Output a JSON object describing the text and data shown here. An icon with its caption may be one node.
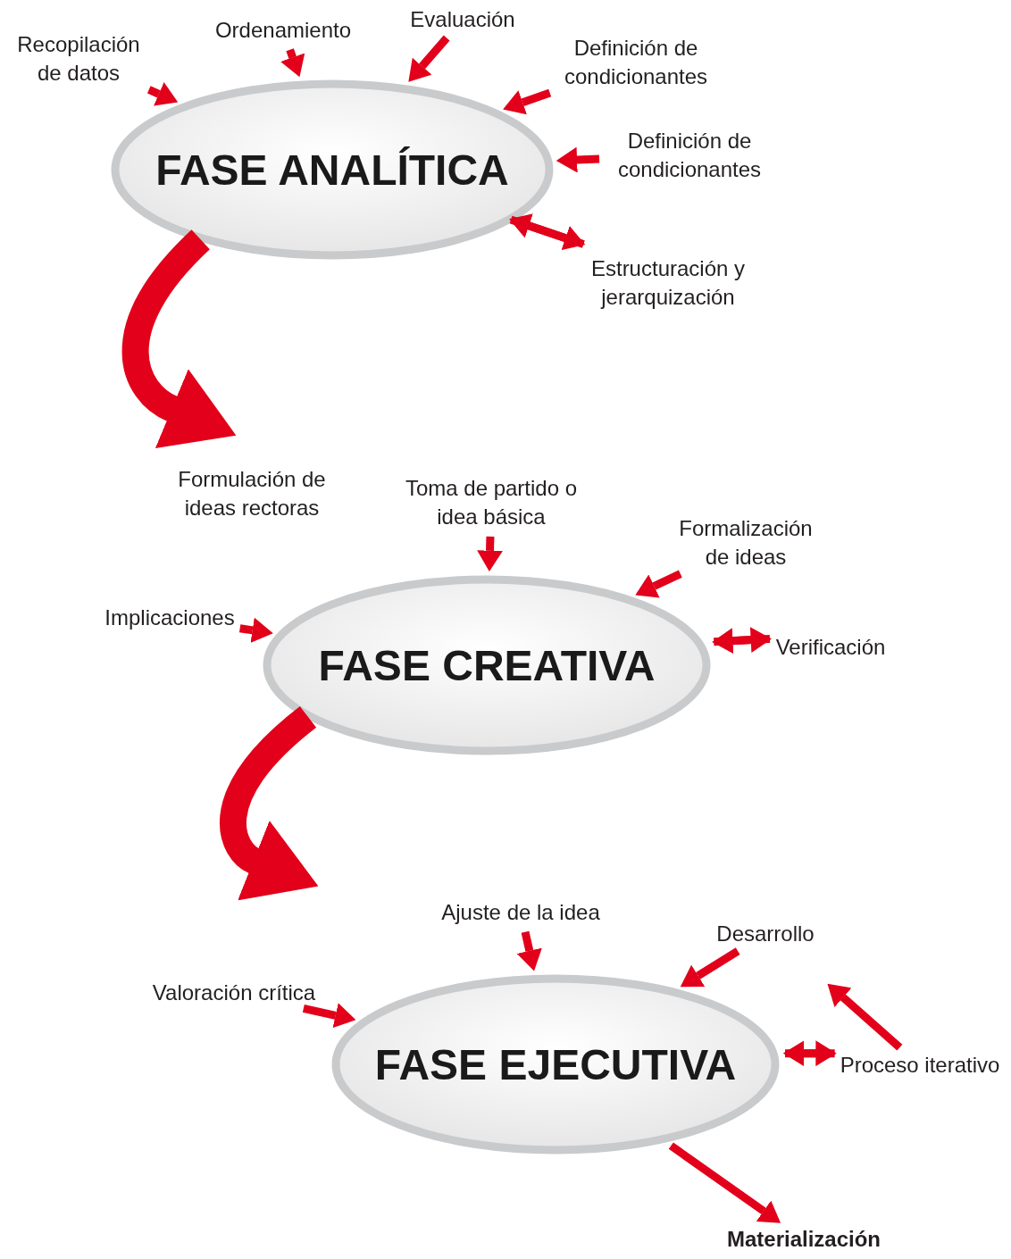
{
  "diagram": {
    "nodes": [
      {
        "text": [
          "FASE ANALÍTICA"
        ]
      },
      {
        "text": [
          "Recopilación de datos"
        ]
      },
      {
        "text": [
          "Ordenamiento"
        ]
      },
      {
        "text": [
          "Evaluación"
        ]
      },
      {
        "text": [
          "Definición de condicionantes"
        ]
      },
      {
        "text": [
          "Definición de condicionantes"
        ]
      },
      {
        "text": [
          "Estructuración y jerarquización"
        ]
      },
      {
        "text": [
          "FASE CREATIVA"
        ]
      },
      {
        "text": [
          "Toma de partido o idea básica"
        ]
      },
      {
        "text": [
          "Formalización de ideas"
        ]
      },
      {
        "text": [
          "Implicaciones"
        ]
      },
      {
        "text": [
          "Verificación"
        ]
      },
      {
        "text": [
          "FASE EJECUTIVA"
        ]
      },
      {
        "text": [
          "Ajuste de la idea"
        ]
      },
      {
        "text": [
          "Desarrollo"
        ]
      },
      {
        "text": [
          "Valoración crítica"
        ]
      },
      {
        "text": [
          "Proceso iterativo"
        ]
      },
      {
        "text": [
          "Materialización"
        ]
      }
    ],
    "edges": [
      {
        "from": 1,
        "to": 0,
        "arrow": "to"
      },
      {
        "from": 2,
        "to": 0,
        "arrow": "to"
      },
      {
        "from": 3,
        "to": 0,
        "arrow": "to"
      },
      {
        "from": 4,
        "to": 0,
        "arrow": "to"
      },
      {
        "from": 5,
        "to": 0,
        "arrow": "to"
      },
      {
        "from": 0,
        "to": 6,
        "arrow": "to"
      },
      {
        "from": 6,
        "to": 0,
        "arrow": "to"
      },
      {
        "from": 0,
        "to": null,
        "arrow": "to",
        "style": "thick"
      },
      {
        "from": 8,
        "to": 7,
        "arrow": "to"
      },
      {
        "from": 9,
        "to": 7,
        "arrow": "to"
      },
      {
        "from": 10,
        "to": 7,
        "arrow": "to"
      },
      {
        "from": 7,
        "to": 11,
        "arrow": "to"
      },
      {
        "from": 11,
        "to": 7,
        "arrow": "to"
      },
      {
        "from": 7,
        "to": null,
        "arrow": "to",
        "style": "thick"
      },
      {
        "from": 13,
        "to": 12,
        "arrow": "to"
      },
      {
        "from": 14,
        "to": 12,
        "arrow": "to"
      },
      {
        "from": 15,
        "to": 12,
        "arrow": "to"
      },
      {
        "from": 12,
        "to": 16,
        "arrow": "to"
      },
      {
        "from": 16,
        "to": 12,
        "arrow": "to"
      },
      {
        "from": 16,
        "to": null,
        "arrow": "to"
      },
      {
        "from": 12,
        "to": 17,
        "arrow": "to"
      }
    ],
    "labels": [
      "Formulación de ideas rectoras"
    ]
  }
}
